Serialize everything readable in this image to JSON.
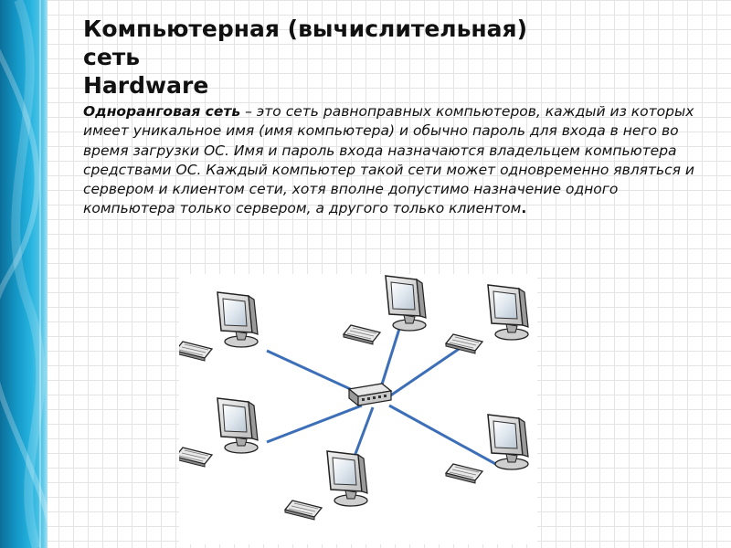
{
  "slide": {
    "title_lines": [
      "Компьютерная (вычислительная)",
      "сеть",
      "Hardware"
    ],
    "paragraph": {
      "term": "Одноранговая сеть",
      "text": " – это сеть равноправных компьютеров, каждый из которых имеет уникальное имя (имя компьютера) и обычно пароль для входа в него во время загрузки ОС. Имя и пароль входа назначаются владельцем компьютера средствами ОС. Каждый компьютер такой сети может одновременно являться и сервером и клиентом сети, хотя вполне допустимо назначение одного компьютера только сервером, а другого только клиентом",
      "end": "."
    }
  },
  "diagram": {
    "topology": "star",
    "hub_icon": "network-switch-icon",
    "node_icon": "desktop-computer-icon",
    "node_count": 6,
    "link_color": "#3d6fb8"
  },
  "colors": {
    "side_band": "#1497c6",
    "text": "#111111",
    "grid": "#e4e4e4"
  }
}
